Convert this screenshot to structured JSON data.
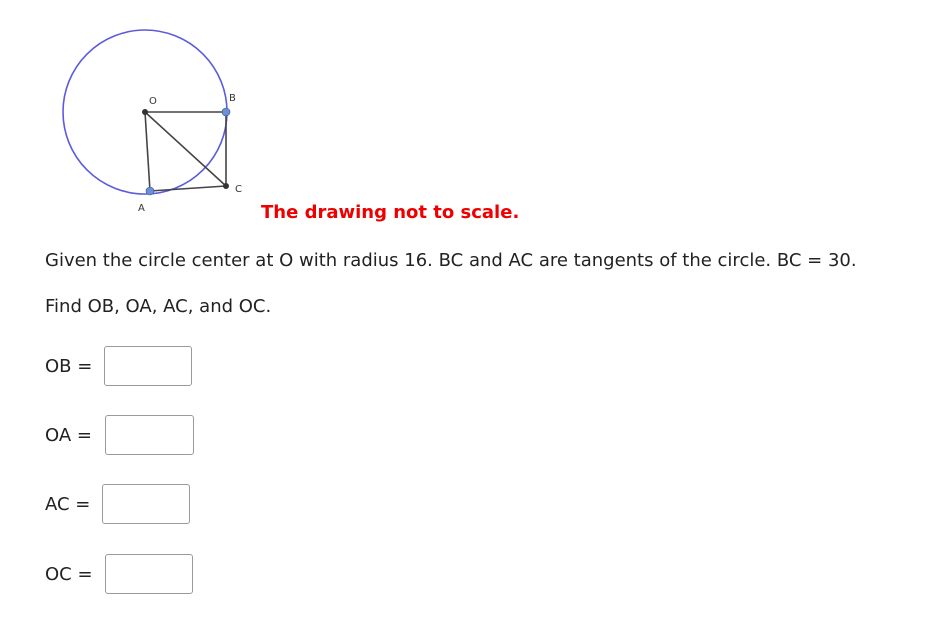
{
  "figure": {
    "point_labels": {
      "o": "O",
      "a": "A",
      "b": "B",
      "c": "C"
    },
    "circle_color": "#5b5bdc",
    "segment_color": "#444444",
    "tangent_point_color": "#6b8fd6"
  },
  "note": "The drawing not to scale.",
  "problem": {
    "line1": "Given the circle center at O with radius 16. BC and AC are tangents of the circle.  BC = 30.",
    "line2": "Find OB, OA, AC, and OC."
  },
  "answers": [
    {
      "label": "OB =",
      "value": ""
    },
    {
      "label": "OA =",
      "value": ""
    },
    {
      "label": "AC =",
      "value": ""
    },
    {
      "label": "OC =",
      "value": ""
    }
  ]
}
